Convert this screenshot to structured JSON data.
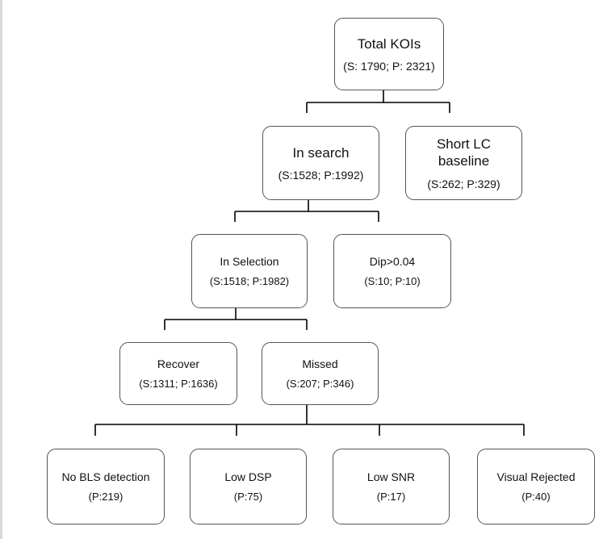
{
  "nodes": {
    "total": {
      "label": "Total KOIs",
      "counts": "(S: 1790; P: 2321)"
    },
    "search": {
      "label": "In search",
      "counts": "(S:1528; P:1992)"
    },
    "short": {
      "label": "Short LC baseline",
      "counts": "(S:262; P:329)"
    },
    "select": {
      "label": "In Selection",
      "counts": "(S:1518; P:1982)"
    },
    "dip": {
      "label": "Dip>0.04",
      "counts": "(S:10; P:10)"
    },
    "recover": {
      "label": "Recover",
      "counts": "(S:1311; P:1636)"
    },
    "missed": {
      "label": "Missed",
      "counts": "(S:207; P:346)"
    },
    "nobls": {
      "label": "No BLS detection",
      "counts": "(P:219)"
    },
    "lowdsp": {
      "label": "Low DSP",
      "counts": "(P:75)"
    },
    "lowsnr": {
      "label": "Low SNR",
      "counts": "(P:17)"
    },
    "visual": {
      "label": "Visual Rejected",
      "counts": "(P:40)"
    }
  }
}
